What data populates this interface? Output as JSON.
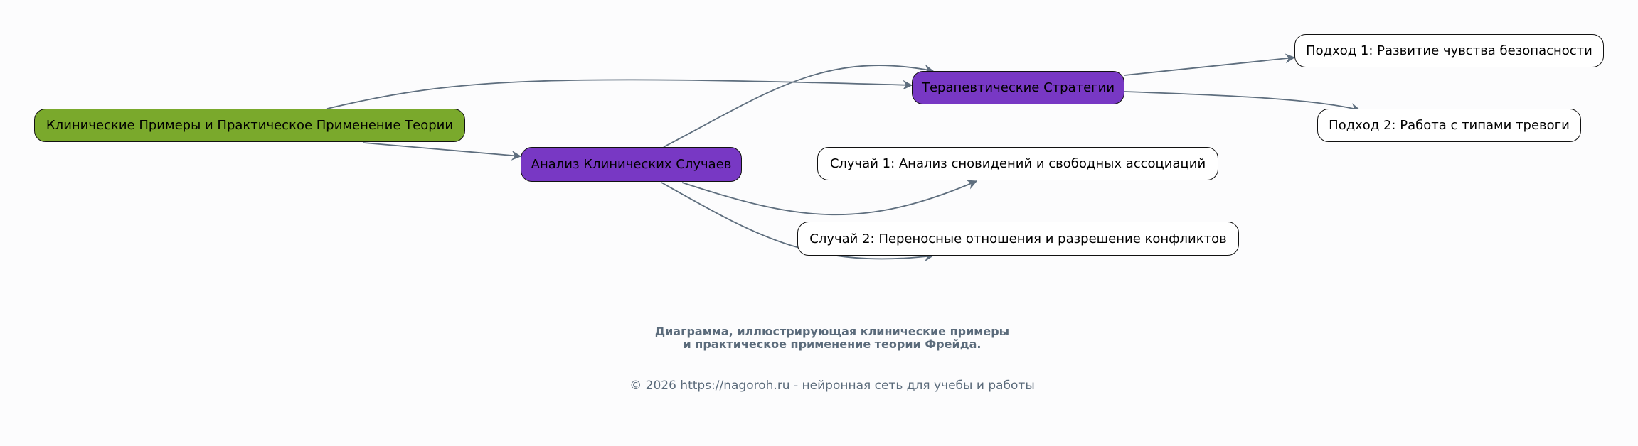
{
  "nodes": {
    "root": "Клинические Примеры и Практическое Применение Теории",
    "analysis": "Анализ Клинических Случаев",
    "strategies": "Терапевтические Стратегии",
    "approach1": "Подход 1: Развитие чувства безопасности",
    "approach2": "Подход 2: Работа с типами тревоги",
    "case1": "Случай 1: Анализ сновидений и свободных ассоциаций",
    "case2": "Случай 2: Переносные отношения и разрешение конфликтов"
  },
  "caption": {
    "line1": "Диаграмма, иллюстрирующая клинические примеры",
    "line2": "и практическое применение теории Фрейда."
  },
  "footer": "© 2026 https://nagoroh.ru - нейронная сеть для учебы и работы",
  "colors": {
    "root": "#7aa92c",
    "accent": "#7838c4",
    "edge": "#5e6e7e"
  }
}
